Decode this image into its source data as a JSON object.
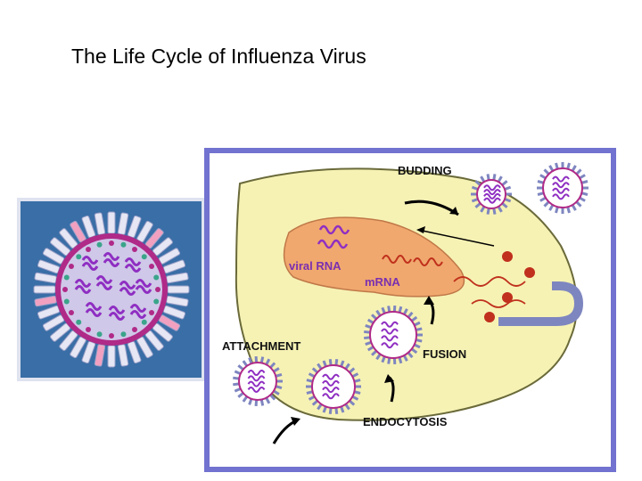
{
  "title": "The Life Cycle of Influenza Virus",
  "stages": {
    "budding": "BUDDING",
    "attachment": "ATTACHMENT",
    "fusion": "FUSION",
    "endocytosis": "ENDOCYTOSIS"
  },
  "molecules": {
    "viral_rna": "viral RNA",
    "mrna": "mRNA"
  },
  "colors": {
    "panel_background": "#3a6ea6",
    "cell_border": "#7272d0",
    "cytoplasm": "#f6f2b4",
    "nucleus": "#f0a86e",
    "envelope": "#b02a88",
    "spike": "#7e86c0",
    "rna": "#8f2fc2",
    "ribosome": "#c0301c"
  }
}
